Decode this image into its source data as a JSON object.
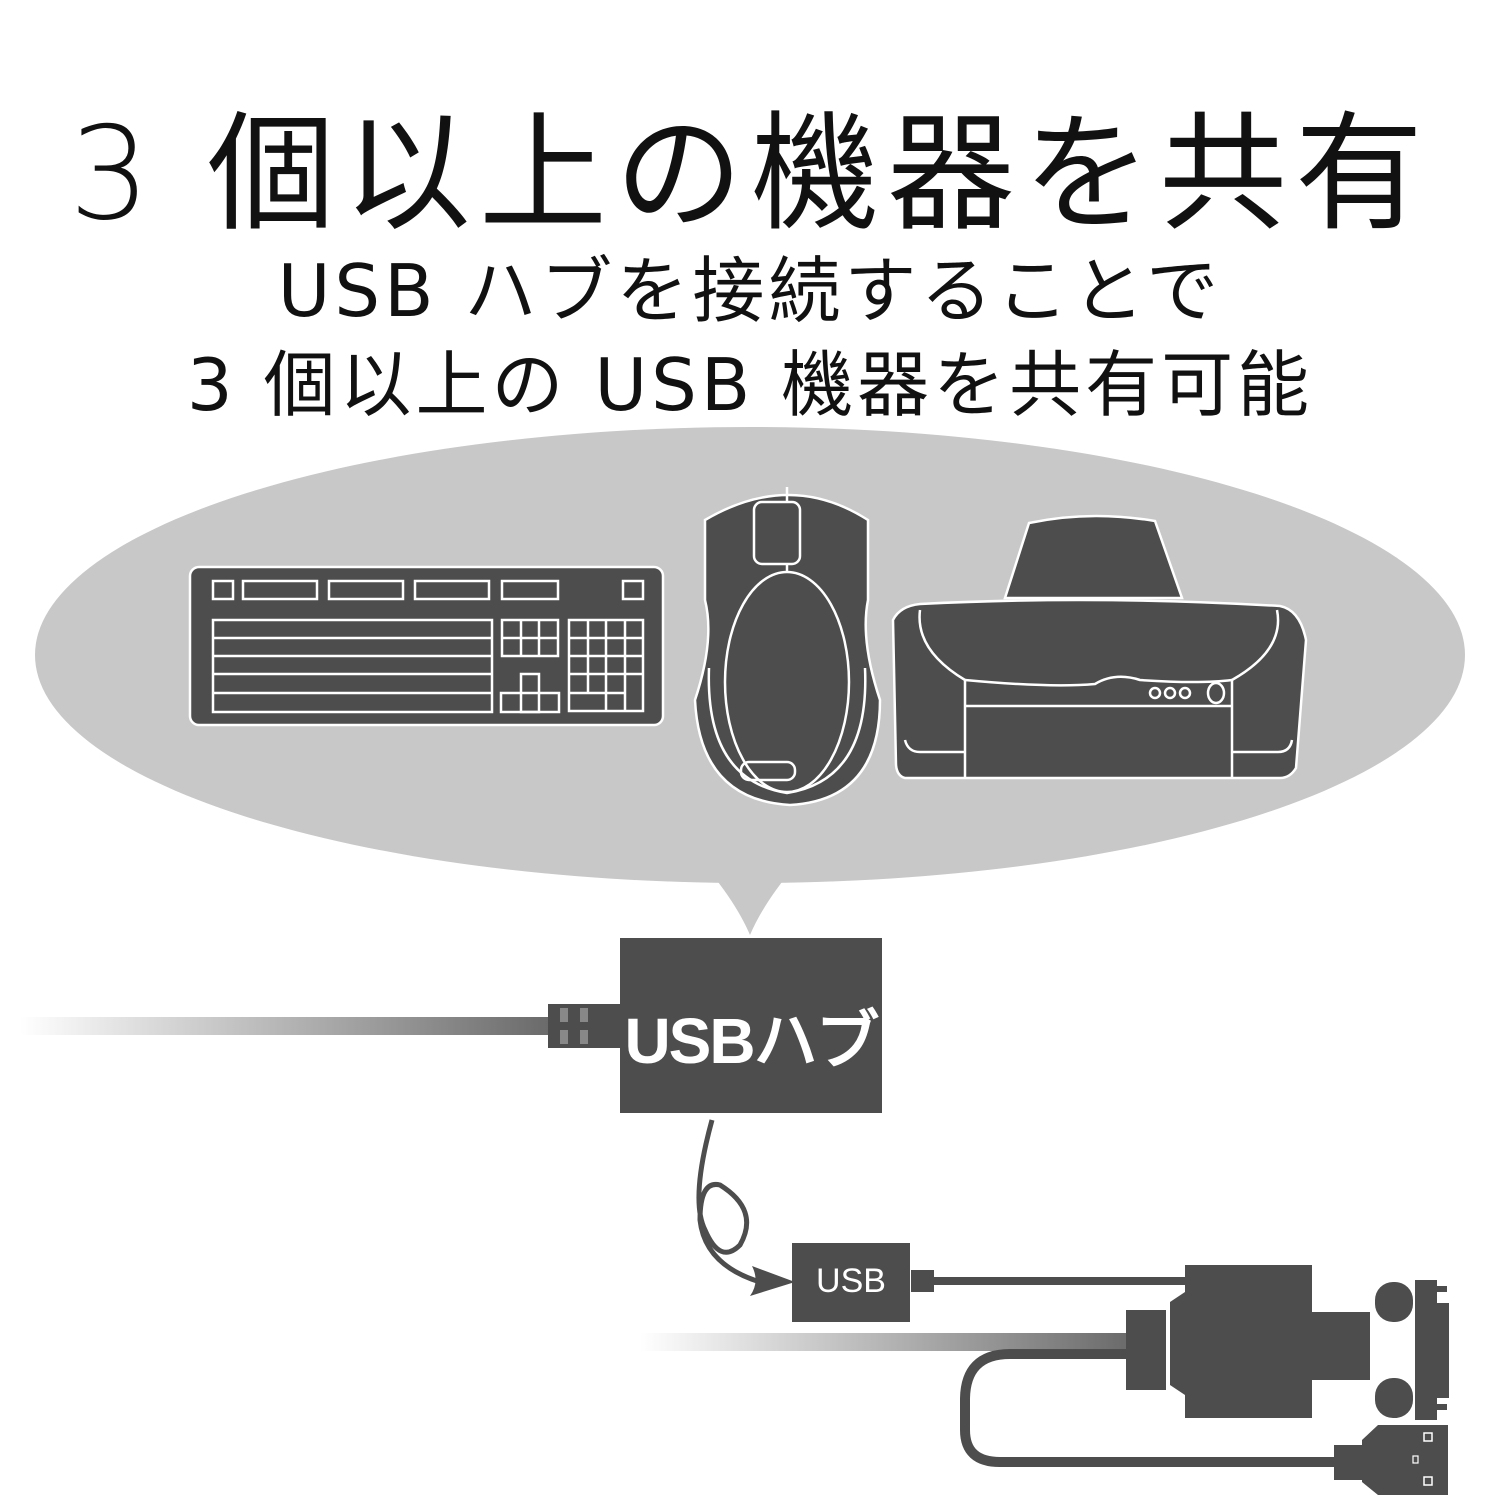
{
  "title": "3 個以上の機器を共有",
  "subtitle": {
    "line1": "USB ハブを接続することで",
    "line2": "3 個以上の USB 機器を共有可能"
  },
  "devices": [
    {
      "name": "keyboard",
      "icon": "keyboard-icon"
    },
    {
      "name": "mouse",
      "icon": "mouse-icon"
    },
    {
      "name": "printer",
      "icon": "printer-icon"
    }
  ],
  "hub": {
    "label": "USBハブ"
  },
  "adapter": {
    "usb_label": "USB",
    "connector": "serial-db9-connector-icon",
    "plug": "usb-a-plug-icon"
  },
  "colors": {
    "device_fill": "#4d4d4d",
    "bubble": "#c8c8c8",
    "text": "#111111",
    "outline": "#ffffff"
  }
}
